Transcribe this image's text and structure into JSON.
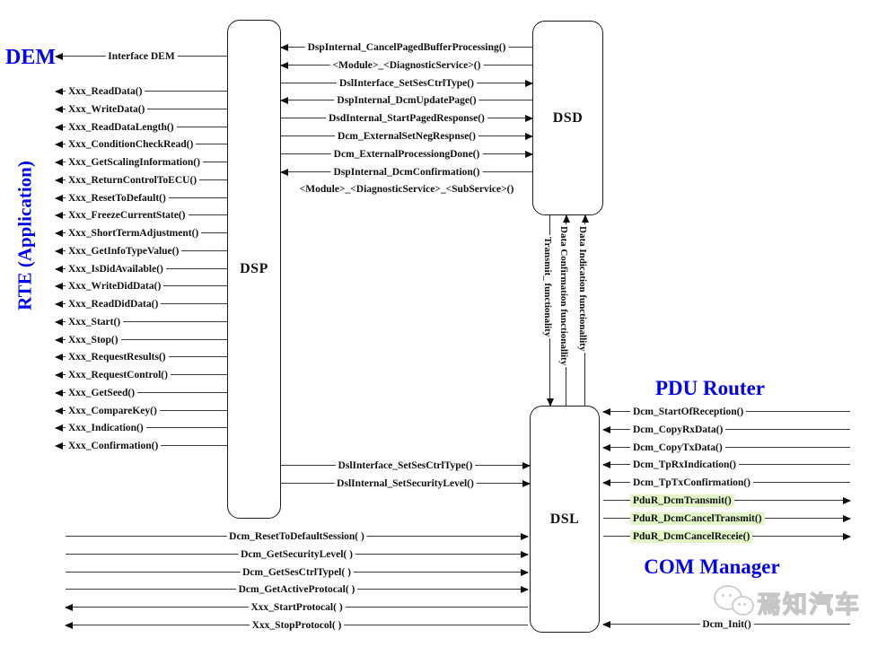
{
  "titles": {
    "dem": "DEM",
    "rte": "RTE (Application)",
    "pdu_router": "PDU Router",
    "com_manager": "COM Manager"
  },
  "boxes": {
    "dsp": "DSP",
    "dsd": "DSD",
    "dsl": "DSL"
  },
  "watermark": {
    "text": "焉知汽车"
  },
  "colors": {
    "accent_blue": "#0202ee",
    "highlight_green": "#e3f6c8",
    "line": "#3a3a3a"
  },
  "arrows": {
    "dem": [
      {
        "label": "Interface DEM",
        "dir": "left"
      }
    ],
    "rte_dsp": [
      {
        "label": "Xxx_ReadData()",
        "dir": "left"
      },
      {
        "label": "Xxx_WriteData()",
        "dir": "left"
      },
      {
        "label": "Xxx_ReadDataLength()",
        "dir": "left"
      },
      {
        "label": "Xxx_ConditionCheckRead()",
        "dir": "left"
      },
      {
        "label": "Xxx_GetScalingInformation()",
        "dir": "left"
      },
      {
        "label": "Xxx_ReturnControlToECU()",
        "dir": "left"
      },
      {
        "label": "Xxx_ResetToDefault()",
        "dir": "left"
      },
      {
        "label": "Xxx_FreezeCurrentState()",
        "dir": "left"
      },
      {
        "label": "Xxx_ShortTermAdjustment()",
        "dir": "left"
      },
      {
        "label": "Xxx_GetInfoTypeValue()",
        "dir": "left"
      },
      {
        "label": "Xxx_IsDidAvailable()",
        "dir": "left"
      },
      {
        "label": "Xxx_WriteDidData()",
        "dir": "left"
      },
      {
        "label": "Xxx_ReadDidData()",
        "dir": "left"
      },
      {
        "label": "Xxx_Start()",
        "dir": "left"
      },
      {
        "label": "Xxx_Stop()",
        "dir": "left"
      },
      {
        "label": "Xxx_RequestResults()",
        "dir": "left"
      },
      {
        "label": "Xxx_RequestControl()",
        "dir": "left"
      },
      {
        "label": "Xxx_GetSeed()",
        "dir": "left"
      },
      {
        "label": "Xxx_CompareKey()",
        "dir": "left"
      },
      {
        "label": "Xxx_Indication()",
        "dir": "left"
      },
      {
        "label": "Xxx_Confirmation()",
        "dir": "left"
      }
    ],
    "dsp_dsd": [
      {
        "label": "DspInternal_CancelPagedBufferProcessing()",
        "dir": "left"
      },
      {
        "label": "<Module>_<DiagnosticService>()",
        "dir": "left"
      },
      {
        "label": "DslInterface_SetSesCtrlType()",
        "dir": "right"
      },
      {
        "label": "DspInternal_DcmUpdatePage()",
        "dir": "left"
      },
      {
        "label": "DsdInternal_StartPagedResponse()",
        "dir": "right"
      },
      {
        "label": "Dcm_ExternalSetNegRespnse()",
        "dir": "right"
      },
      {
        "label": "Dcm_ExternalProcessiongDone()",
        "dir": "right"
      },
      {
        "label": "DspInternal_DcmConfirmation()",
        "dir": "left"
      },
      {
        "label": "<Module>_<DiagnosticService>_<SubService>()",
        "dir": "none"
      }
    ],
    "dsp_dsl": [
      {
        "label": "DslInterface_SetSesCtrlType()",
        "dir": "right"
      },
      {
        "label": "DslInternal_SetSecurityLevel()",
        "dir": "right"
      }
    ],
    "app_dsl": [
      {
        "label": "Dcm_ResetToDefaultSession( )",
        "dir": "right"
      },
      {
        "label": "Dcm_GetSecurityLevel( )",
        "dir": "right"
      },
      {
        "label": "Dcm_GetSesCtrlTypel( )",
        "dir": "right"
      },
      {
        "label": "Dcm_GetActiveProtocal( )",
        "dir": "right"
      },
      {
        "label": "Xxx_StartProtocal( )",
        "dir": "left"
      },
      {
        "label": "Xxx_StopProtocol( )",
        "dir": "left"
      }
    ],
    "dsl_pdur": [
      {
        "label": "Dcm_StartOfReception()",
        "dir": "left"
      },
      {
        "label": "Dcm_CopyRxData()",
        "dir": "left"
      },
      {
        "label": "Dcm_CopyTxData()",
        "dir": "left"
      },
      {
        "label": "Dcm_TpRxIndication()",
        "dir": "left"
      },
      {
        "label": "Dcm_TpTxConfirmation()",
        "dir": "left"
      },
      {
        "label": "PduR_DcmTransmit()",
        "dir": "right",
        "highlight": true
      },
      {
        "label": "PduR_DcmCancelTransmit()",
        "dir": "right",
        "highlight": true
      },
      {
        "label": "PduR_DcmCancelReceie()",
        "dir": "right",
        "highlight": true
      }
    ],
    "dsl_init": [
      {
        "label": "Dcm_Init()",
        "dir": "left"
      }
    ],
    "dsd_dsl_vertical": [
      {
        "label": "Transmit_ functionality",
        "dir": "down"
      },
      {
        "label": "Data Confirmation functionallity",
        "dir": "up"
      },
      {
        "label": "Data Indication functionallity",
        "dir": "up"
      }
    ]
  }
}
